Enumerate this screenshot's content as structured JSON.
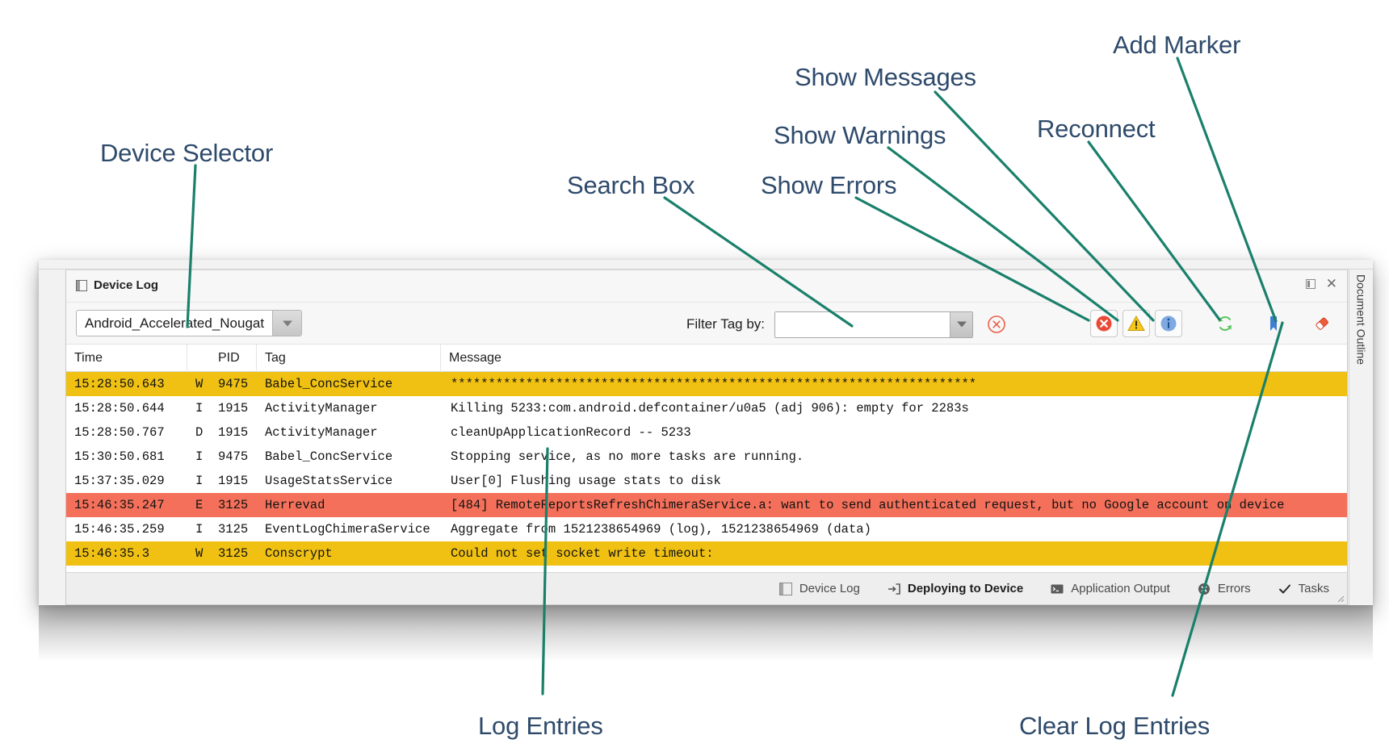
{
  "annotations": {
    "color": "#2e4a6b",
    "leader_color": "#1a806b",
    "items": [
      {
        "label": "Device Selector"
      },
      {
        "label": "Search Box"
      },
      {
        "label": "Show Errors"
      },
      {
        "label": "Show Warnings"
      },
      {
        "label": "Show Messages"
      },
      {
        "label": "Reconnect"
      },
      {
        "label": "Add Marker"
      },
      {
        "label": "Log Entries"
      },
      {
        "label": "Clear Log Entries"
      }
    ]
  },
  "panel": {
    "title": "Device Log",
    "title_icon": "panel-icon",
    "restore_icon": "restore-icon",
    "close_icon": "close-icon"
  },
  "outline_rail": {
    "label": "Document Outline"
  },
  "toolbar": {
    "device_selector": {
      "value": "Android_Accelerated_Nougat",
      "dropdown_icon": "chevron-down-icon"
    },
    "filter": {
      "label": "Filter Tag by:",
      "value": "",
      "placeholder": "",
      "dropdown_icon": "chevron-down-icon"
    },
    "buttons": [
      {
        "name": "clear-filter-button",
        "icon": "circle-x-icon",
        "title": ""
      },
      {
        "name": "show-errors-button",
        "icon": "error-circle-icon",
        "title": "Show Errors"
      },
      {
        "name": "show-warnings-button",
        "icon": "warning-triangle-icon",
        "title": "Show Warnings"
      },
      {
        "name": "show-messages-button",
        "icon": "info-circle-icon",
        "title": "Show Messages"
      },
      {
        "name": "reconnect-button",
        "icon": "refresh-icon",
        "title": "Reconnect"
      },
      {
        "name": "add-marker-button",
        "icon": "bookmark-icon",
        "title": "Add Marker"
      },
      {
        "name": "clear-log-button",
        "icon": "eraser-icon",
        "title": "Clear Log Entries"
      }
    ]
  },
  "log_table": {
    "columns": [
      "Time",
      "PID",
      "Tag",
      "Message"
    ],
    "rows": [
      {
        "time": "15:28:50.643",
        "level": "W",
        "pid": "9475",
        "tag": "Babel_ConcService",
        "message": "**********************************************************************",
        "severity": "warn"
      },
      {
        "time": "15:28:50.644",
        "level": "I",
        "pid": "1915",
        "tag": "ActivityManager",
        "message": "Killing 5233:com.android.defcontainer/u0a5 (adj 906): empty for 2283s",
        "severity": "info"
      },
      {
        "time": "15:28:50.767",
        "level": "D",
        "pid": "1915",
        "tag": "ActivityManager",
        "message": "cleanUpApplicationRecord -- 5233",
        "severity": "debug"
      },
      {
        "time": "15:30:50.681",
        "level": "I",
        "pid": "9475",
        "tag": "Babel_ConcService",
        "message": "Stopping service, as no more tasks are running.",
        "severity": "info"
      },
      {
        "time": "15:37:35.029",
        "level": "I",
        "pid": "1915",
        "tag": "UsageStatsService",
        "message": "User[0] Flushing usage stats to disk",
        "severity": "info"
      },
      {
        "time": "15:46:35.247",
        "level": "E",
        "pid": "3125",
        "tag": "Herrevad",
        "message": "[484] RemoteReportsRefreshChimeraService.a: want to send authenticated request, but no Google account on device",
        "severity": "error"
      },
      {
        "time": "15:46:35.259",
        "level": "I",
        "pid": "3125",
        "tag": "EventLogChimeraService",
        "message": "Aggregate from 1521238654969 (log), 1521238654969 (data)",
        "severity": "info"
      },
      {
        "time": "15:46:35.3",
        "level": "W",
        "pid": "3125",
        "tag": "Conscrypt",
        "message": "Could not set socket write timeout:",
        "severity": "warn"
      }
    ]
  },
  "status_bar": {
    "tabs": [
      {
        "label": "Device Log",
        "icon": "panel-icon",
        "active": false
      },
      {
        "label": "Deploying to Device",
        "icon": "deploy-icon",
        "active": true
      },
      {
        "label": "Application Output",
        "icon": "console-icon",
        "active": false
      },
      {
        "label": "Errors",
        "icon": "error-circle-gray-icon",
        "active": false
      },
      {
        "label": "Tasks",
        "icon": "check-icon",
        "active": false
      }
    ]
  },
  "colors": {
    "warn_row": "#f0c113",
    "error_row": "#f4705a",
    "annotation_text": "#2e4a6b",
    "leader_line": "#1a806b"
  }
}
